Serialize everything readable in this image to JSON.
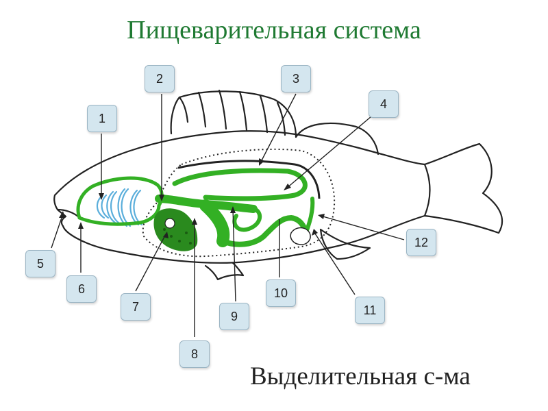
{
  "title": "Пищеварительная система",
  "subtitle": "Выделительная с-ма",
  "labels": [
    "1",
    "2",
    "3",
    "4",
    "5",
    "6",
    "7",
    "8",
    "9",
    "10",
    "11",
    "12"
  ],
  "colors": {
    "title": "#1f7a32",
    "digestive": "#33b024",
    "liver": "#2a8a1e",
    "gills": "#7cc3e6",
    "outline": "#222222",
    "label_bg": "#d4e6ef",
    "label_border": "#9bb5c4"
  }
}
